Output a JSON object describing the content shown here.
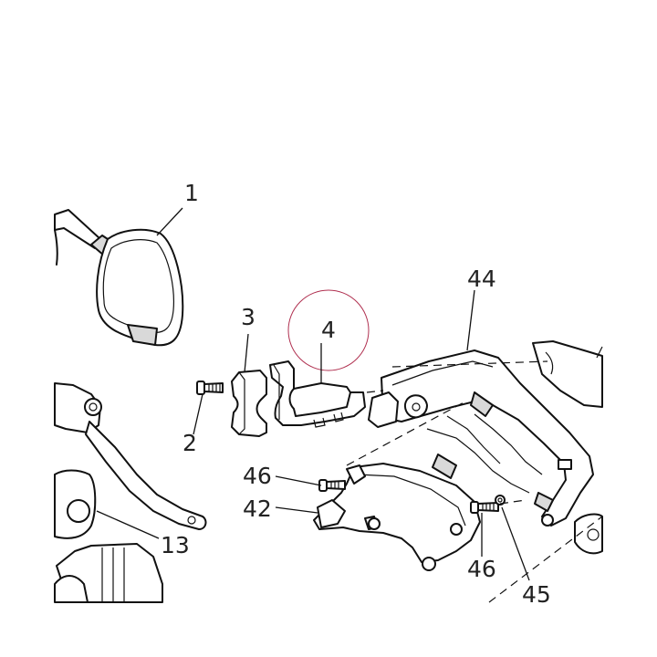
{
  "diagram": {
    "callouts": [
      {
        "id": "1",
        "text": "1"
      },
      {
        "id": "2",
        "text": "2"
      },
      {
        "id": "3",
        "text": "3"
      },
      {
        "id": "4",
        "text": "4"
      },
      {
        "id": "13",
        "text": "13"
      },
      {
        "id": "42",
        "text": "42"
      },
      {
        "id": "44",
        "text": "44"
      },
      {
        "id": "45",
        "text": "45"
      },
      {
        "id": "46a",
        "text": "46"
      },
      {
        "id": "46b",
        "text": "46"
      }
    ],
    "highlight_color": "#b03050"
  }
}
